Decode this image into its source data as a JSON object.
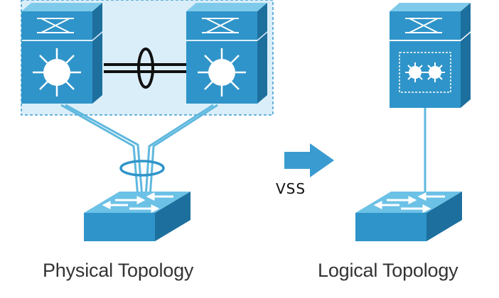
{
  "physical_topology": {
    "caption": "Physical Topology"
  },
  "logical_topology": {
    "caption": "Logical Topology"
  },
  "transition": {
    "label": "VSS",
    "arrow_icon": "right-arrow-icon"
  },
  "colors": {
    "device_blue": "#2f94c9",
    "device_dark": "#1f7fb2",
    "device_light": "#6cc1e6",
    "link_blue": "#5fb8de",
    "domain_fill": "#daeef9",
    "domain_border": "#3a9bd0",
    "caption_text": "#333333"
  },
  "icons": [
    "vss-domain-box",
    "core-switch-icon",
    "virtual-switch-icon",
    "access-switch-icon",
    "port-channel-icon"
  ]
}
